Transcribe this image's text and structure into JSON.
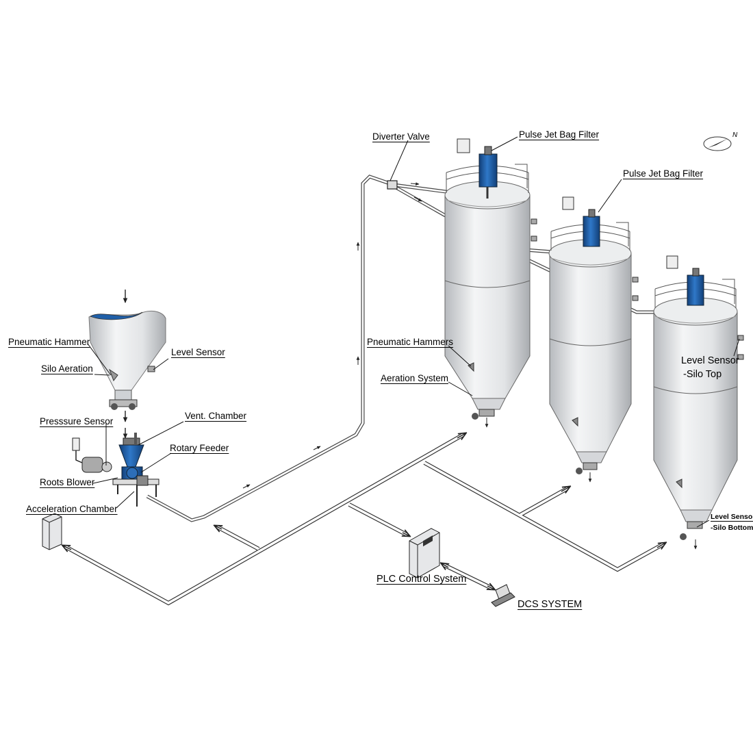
{
  "labels": {
    "pneumatic_hammer": "Pneumatic Hammer",
    "silo_aeration": "Silo Aeration",
    "level_sensor_small": "Level Sensor",
    "pressure_sensor": "Presssure Sensor",
    "vent_chamber": "Vent. Chamber",
    "rotary_feeder": "Rotary Feeder",
    "roots_blower": "Roots Blower",
    "acceleration_chamber": "Acceleration Chamber",
    "diverter_valve": "Diverter Valve",
    "pulse_jet_filter_1": "Pulse Jet Bag Filter",
    "pulse_jet_filter_2": "Pulse Jet Bag Filter",
    "pneumatic_hammers": "Pneumatic Hammers",
    "aeration_system": "Aeration System",
    "level_sensor_top_1": "Level Sensor",
    "level_sensor_top_2": "-Silo Top",
    "level_sensor_bottom_1": "Level Sensor",
    "level_sensor_bottom_2": "-Silo Bottom",
    "plc_control": "PLC Control System",
    "dcs_system": "DCS SYSTEM",
    "compass_n": "N"
  },
  "colors": {
    "accent_blue": "#1f5fa8",
    "silo_fill": "#e8e9eb",
    "line": "#222222"
  }
}
